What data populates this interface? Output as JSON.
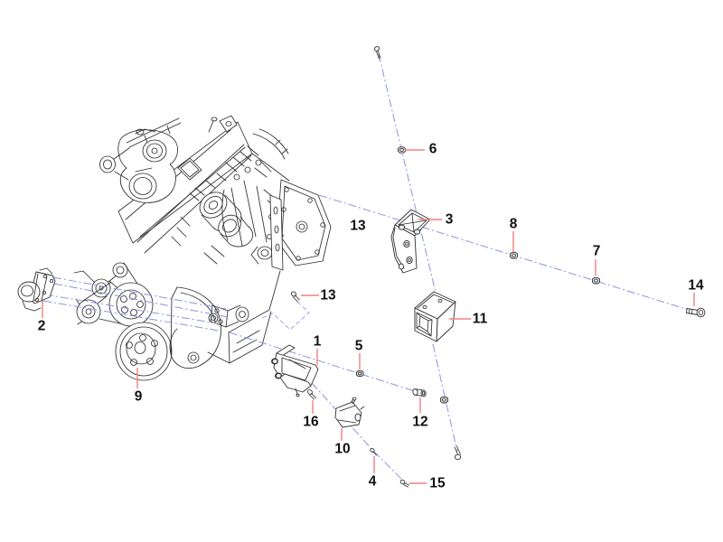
{
  "diagram": {
    "background": "#ffffff",
    "label_color": "#111111",
    "leader_color": "#f08080",
    "centerline_color": "#8a93e2",
    "art_color": "#2e2e2e"
  },
  "callouts": {
    "c1": "1",
    "c2": "2",
    "c3": "3",
    "c4": "4",
    "c5": "5",
    "c6": "6",
    "c7": "7",
    "c8": "8",
    "c9": "9",
    "c10": "10",
    "c11": "11",
    "c12": "12",
    "c13a": "13",
    "c13b": "13",
    "c14": "14",
    "c15": "15",
    "c16": "16"
  }
}
